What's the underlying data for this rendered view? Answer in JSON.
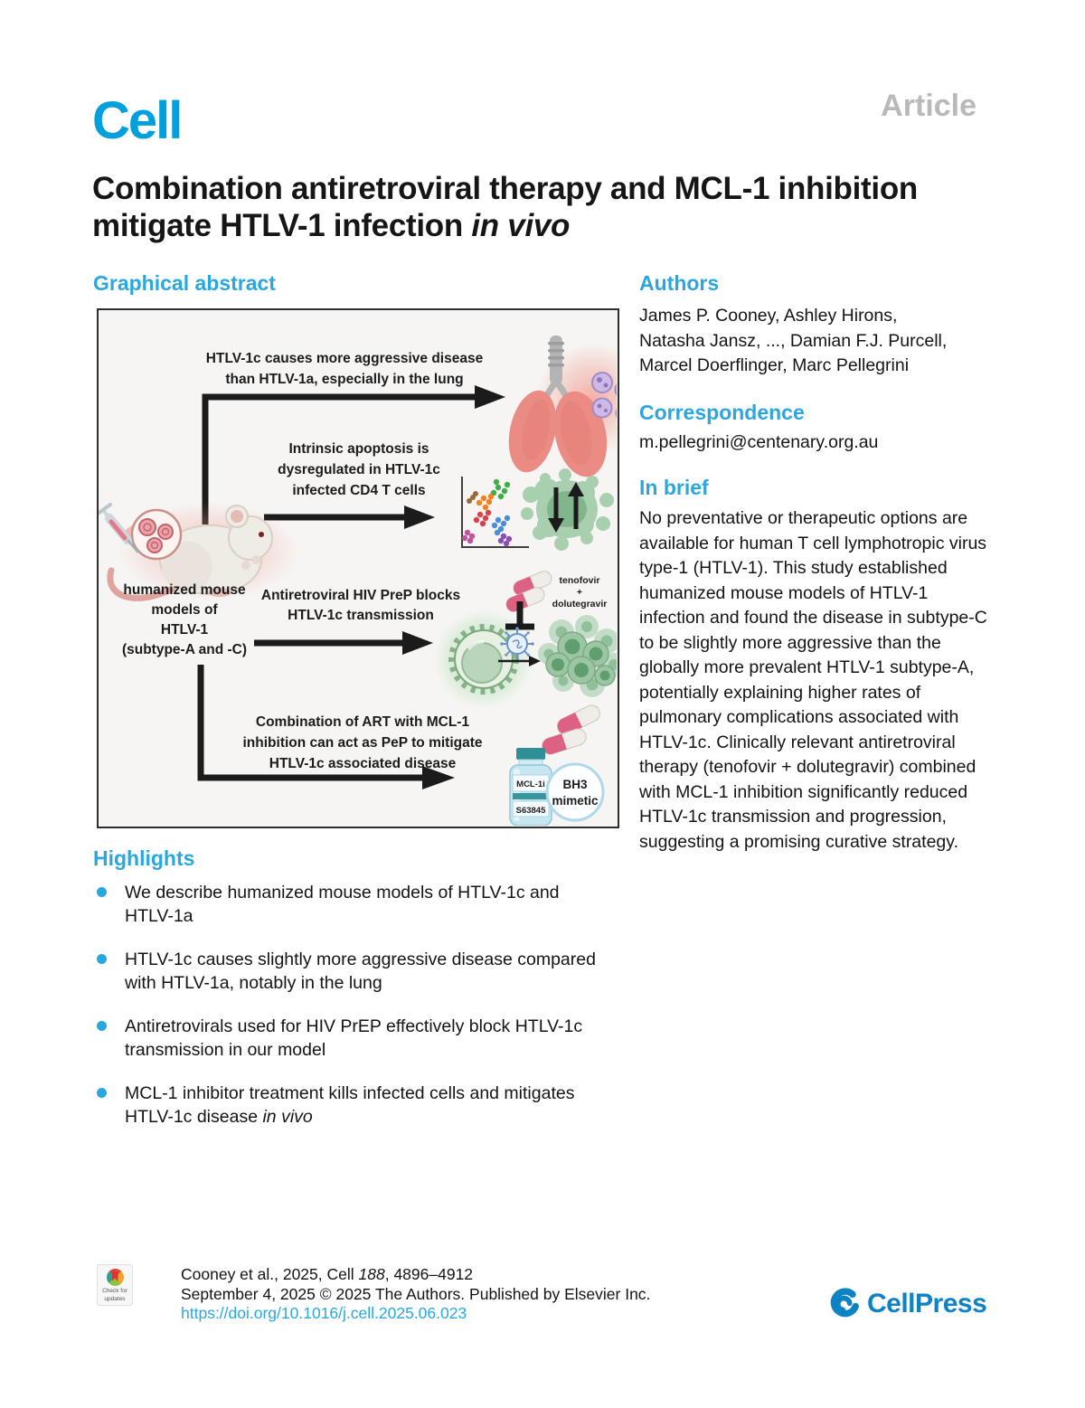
{
  "header": {
    "journal": "Cell",
    "article_type": "Article"
  },
  "title": {
    "text": "Combination antiretroviral therapy and MCL-1 inhibition mitigate HTLV-1 infection",
    "italic": "in vivo"
  },
  "graphical_abstract": {
    "heading": "Graphical abstract",
    "lung_caption": [
      "HTLV-1c causes more aggressive disease",
      "than HTLV-1a, especially in the lung"
    ],
    "apoptosis_caption": [
      "Intrinsic apoptosis is",
      "dysregulated in HTLV-1c",
      "infected CD4 T cells"
    ],
    "prep_caption": [
      "Antiretroviral HIV PreP blocks",
      "HTLV-1c transmission"
    ],
    "pep_caption": [
      "Combination of ART with MCL-1",
      "inhibition can act as PeP to mitigate",
      "HTLV-1c associated disease"
    ],
    "mouse_caption": [
      "humanized mouse",
      "models of",
      "HTLV-1",
      "(subtype-A and -C)"
    ],
    "drug_labels": [
      "tenofovir",
      "+",
      "dolutegravir"
    ],
    "vial_labels": [
      "MCL-1i",
      "S63845"
    ],
    "bh3_labels": [
      "BH3",
      "mimetic"
    ]
  },
  "authors": {
    "heading": "Authors",
    "lines": [
      "James P. Cooney, Ashley Hirons,",
      "Natasha Jansz, ..., Damian F.J. Purcell,",
      "Marcel Doerflinger, Marc Pellegrini"
    ]
  },
  "correspondence": {
    "heading": "Correspondence",
    "email": "m.pellegrini@centenary.org.au"
  },
  "in_brief": {
    "heading": "In brief",
    "text": "No preventative or therapeutic options are available for human T cell lymphotropic virus type-1 (HTLV-1). This study established humanized mouse models of HTLV-1 infection and found the disease in subtype-C to be slightly more aggressive than the globally more prevalent HTLV-1 subtype-A, potentially explaining higher rates of pulmonary complications associated with HTLV-1c. Clinically relevant antiretroviral therapy (tenofovir + dolutegravir) combined with MCL-1 inhibition significantly reduced HTLV-1c transmission and progression, suggesting a promising curative strategy."
  },
  "highlights": {
    "heading": "Highlights",
    "items": [
      {
        "line1": "We describe humanized mouse models of HTLV-1c and",
        "line2": "HTLV-1a",
        "line2_italic": ""
      },
      {
        "line1": "HTLV-1c causes slightly more aggressive disease compared",
        "line2": "with HTLV-1a, notably in the lung",
        "line2_italic": ""
      },
      {
        "line1": "Antiretrovirals used for HIV PrEP effectively block HTLV-1c",
        "line2": "transmission in our model",
        "line2_italic": ""
      },
      {
        "line1": "MCL-1 inhibitor treatment kills infected cells and mitigates",
        "line2": "HTLV-1c disease ",
        "line2_italic": "in vivo"
      }
    ]
  },
  "footer": {
    "badge_label": "Check for updates",
    "citation_pre": "Cooney et al., 2025, Cell ",
    "citation_volume": "188",
    "citation_post": ", 4896–4912",
    "line2": "September 4, 2025 © 2025 The Authors. Published by Elsevier Inc.",
    "doi": "https://doi.org/10.1016/j.cell.2025.06.023",
    "publisher": "CellPress"
  },
  "colors": {
    "brand_blue": "#00a0dc",
    "heading_blue": "#2ba7e0",
    "link_blue": "#2ba7e0",
    "cellpress_blue": "#0d82c4",
    "article_gray": "#b9b9b9"
  }
}
